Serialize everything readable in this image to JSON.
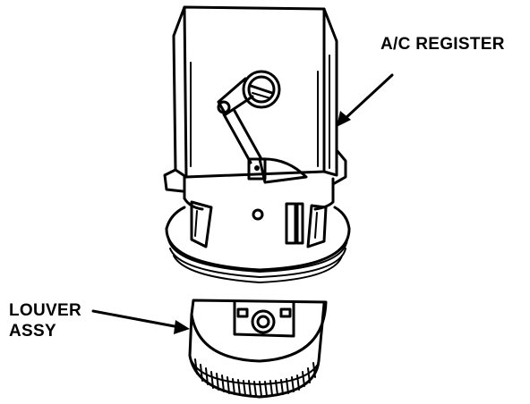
{
  "labels": {
    "register": "A/C REGISTER",
    "louver_line1": "LOUVER",
    "louver_line2": "ASSY"
  }
}
